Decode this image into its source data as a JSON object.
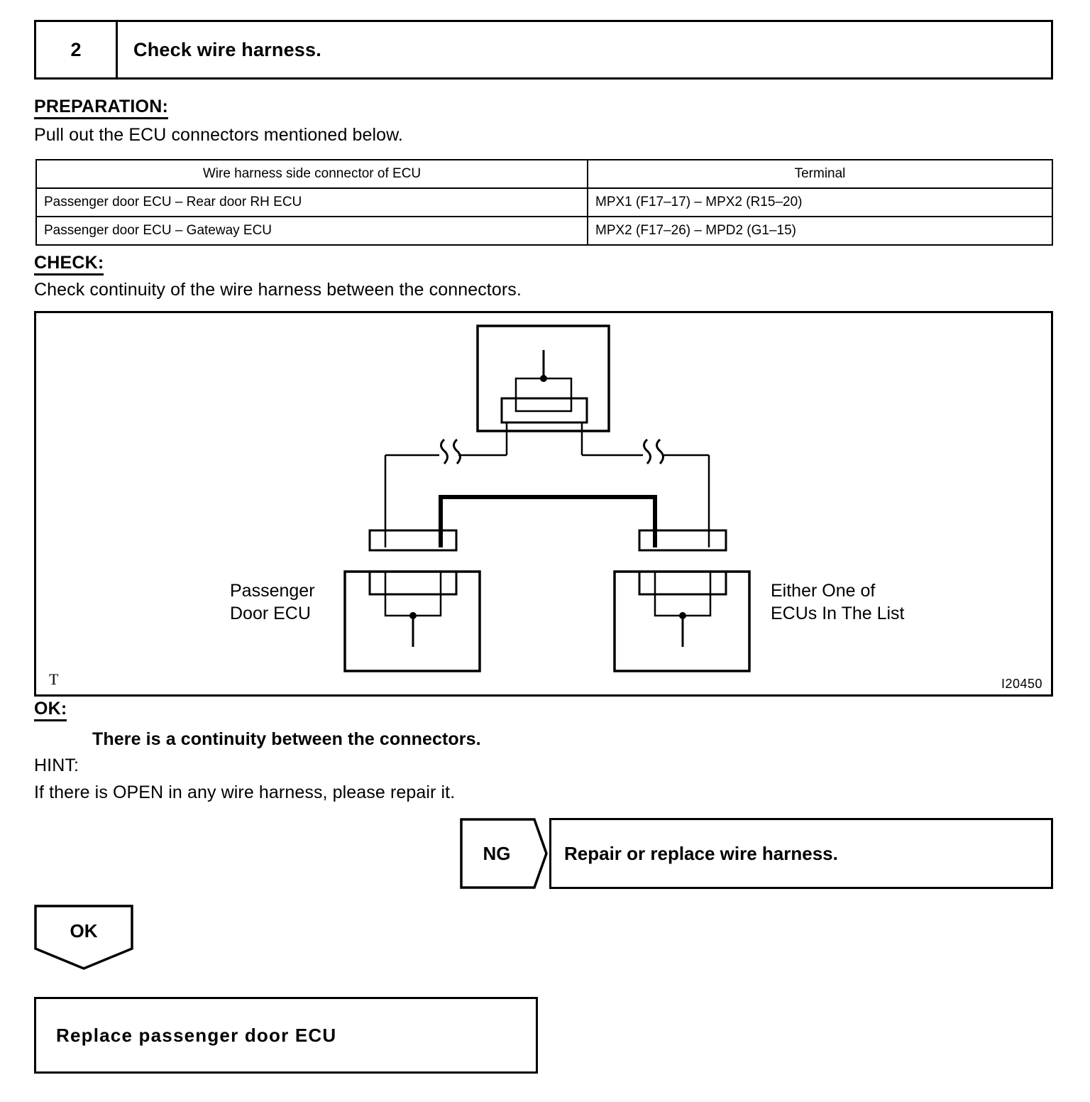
{
  "step": {
    "number": "2",
    "title": "Check wire harness."
  },
  "preparation": {
    "heading": "PREPARATION:",
    "instruction": "Pull out the ECU connectors mentioned below."
  },
  "table": {
    "headers": [
      "Wire harness side connector of ECU",
      "Terminal"
    ],
    "rows": [
      {
        "connector": "Passenger door ECU – Rear door RH ECU",
        "terminal": "MPX1 (F17–17) – MPX2 (R15–20)"
      },
      {
        "connector": "Passenger door ECU – Gateway ECU",
        "terminal": "MPX2 (F17–26) – MPD2 (G1–15)"
      }
    ]
  },
  "check": {
    "heading": "CHECK:",
    "instruction": "Check continuity of the wire harness between the connectors."
  },
  "diagram": {
    "left_label": "Passenger\nDoor ECU",
    "right_label": "Either One of\nECUs In The List",
    "corner_mark": "T",
    "figure_code": "I20450"
  },
  "result": {
    "ok_heading": "OK:",
    "ok_text": "There is a continuity between the connectors.",
    "hint_heading": "HINT:",
    "hint_text": "If there is OPEN in any wire harness, please repair it."
  },
  "branches": {
    "ng_label": "NG",
    "ng_action": "Repair or replace wire harness.",
    "ok_label": "OK",
    "ok_action": "Replace passenger door ECU"
  }
}
